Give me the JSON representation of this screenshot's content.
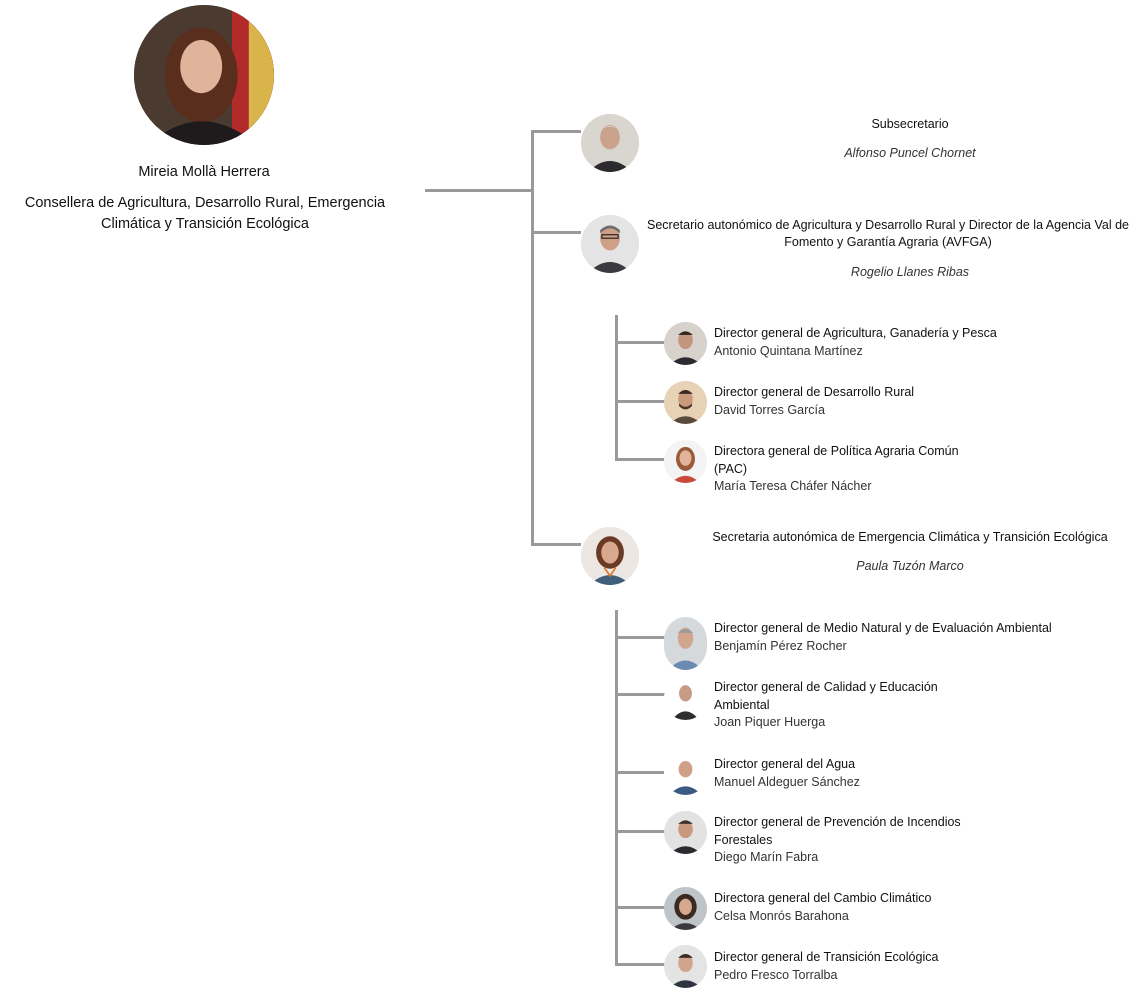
{
  "root": {
    "name": "Mireia Mollà Herrera",
    "role": "Consellera de Agricultura, Desarrollo Rural, Emergencia Climática y Transición Ecológica"
  },
  "level1": [
    {
      "title": "Subsecretario",
      "name": "Alfonso Puncel Chornet"
    },
    {
      "title": "Secretario autonómico de Agricultura y Desarrollo Rural y Director de la Agencia Val de Fomento y Garantía Agraria (AVFGA)",
      "name": "Rogelio Llanes Ribas"
    },
    {
      "title": "Secretaria autonómica de Emergencia Climática y Transición Ecológica",
      "name": "Paula Tuzón Marco"
    }
  ],
  "agri_directors": [
    {
      "title": "Director general de Agricultura, Ganadería y Pesca",
      "name": "Antonio Quintana Martínez"
    },
    {
      "title": "Director general de Desarrollo Rural",
      "name": "David Torres García"
    },
    {
      "title": "Directora general de Política Agraria Común (PAC)",
      "name": "María Teresa Cháfer Nácher"
    }
  ],
  "env_directors": [
    {
      "title": "Director general de Medio Natural y de Evaluación Ambiental",
      "name": "Benjamín Pérez Rocher"
    },
    {
      "title": "Director general de Calidad y Educación Ambiental",
      "name": "Joan Piquer Huerga"
    },
    {
      "title": "Director general del Agua",
      "name": "Manuel Aldeguer Sánchez"
    },
    {
      "title": "Director general de Prevención de Incendios Forestales",
      "name": "Diego Marín Fabra"
    },
    {
      "title": "Directora general del Cambio Climático",
      "name": "Celsa Monrós Barahona"
    },
    {
      "title": "Director general de Transición Ecológica",
      "name": "Pedro Fresco Torralba"
    }
  ],
  "colors": {
    "connector": "#9a9a9a",
    "text": "#111111"
  }
}
